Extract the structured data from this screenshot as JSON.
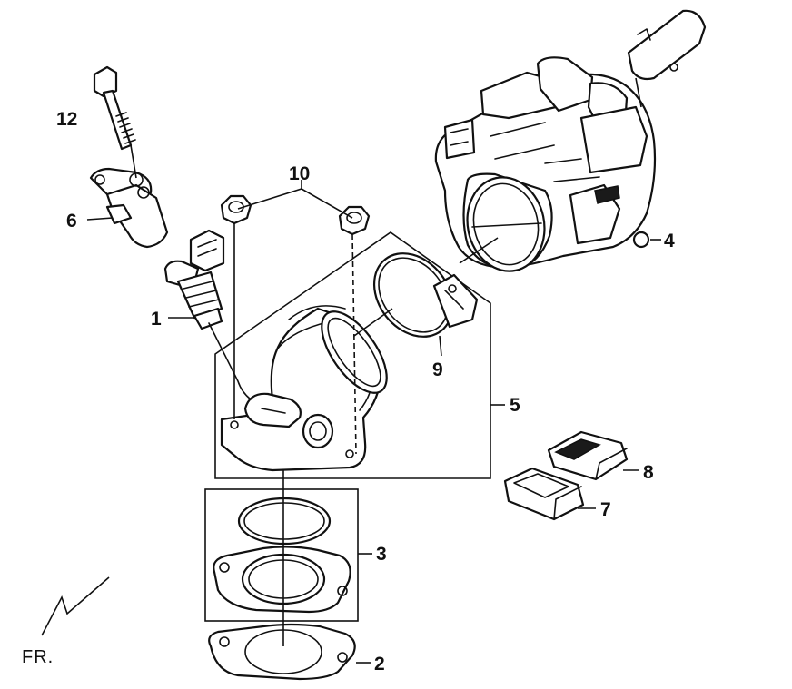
{
  "callouts": {
    "c1": "1",
    "c2": "2",
    "c3": "3",
    "c4": "4",
    "c5": "5",
    "c6": "6",
    "c7": "7",
    "c8": "8",
    "c9": "9",
    "c10": "10",
    "c12": "12"
  },
  "direction_label": "FR."
}
